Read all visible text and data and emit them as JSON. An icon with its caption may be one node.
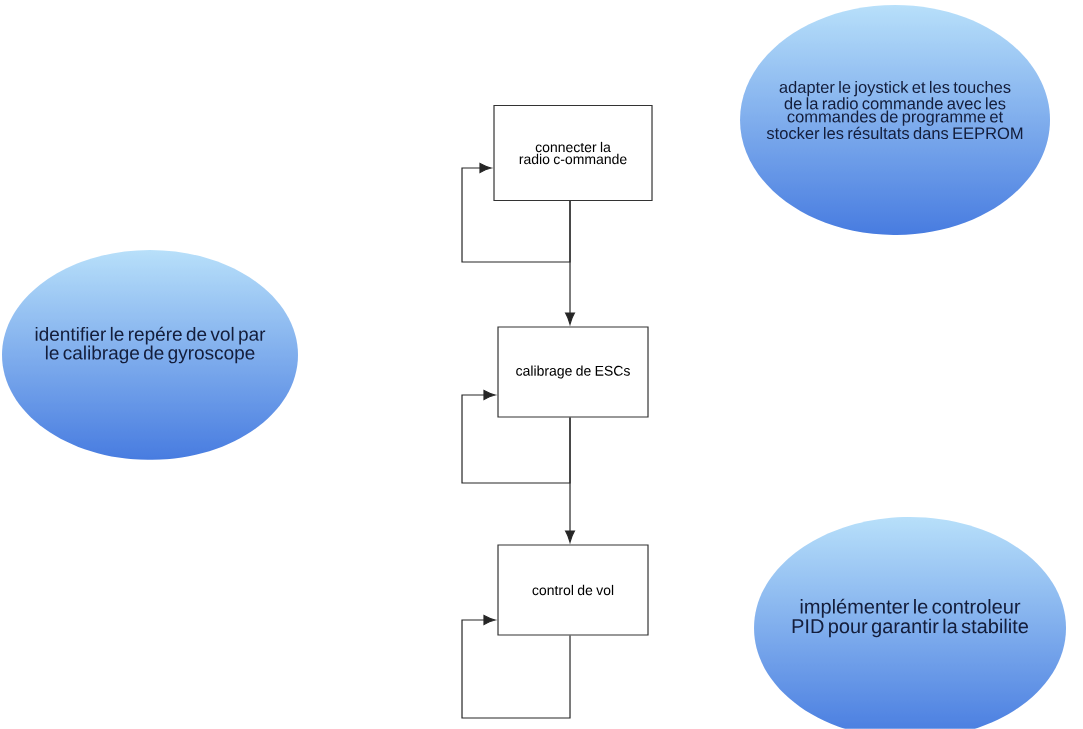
{
  "diagram": {
    "nodes": [
      {
        "text": [
          "connecter la radio c-ommande"
        ]
      },
      {
        "text": [
          "adapter le joystick et les touches de la radio commande avec les commandes de programme et stocker les résultats dans EEPROM"
        ]
      },
      {
        "text": [
          "identifier le repére de vol par le calibrage de gyroscope"
        ]
      },
      {
        "text": [
          "calibrage de ESCs"
        ]
      },
      {
        "text": [
          "control de vol"
        ]
      },
      {
        "text": [
          "implémenter le controleur PID pour garantir la stabilite"
        ]
      }
    ],
    "edges": [
      {
        "from": 0,
        "to": 3,
        "arrow": "to"
      },
      {
        "from": 0,
        "to": 0,
        "arrow": "to"
      },
      {
        "from": 3,
        "to": 4,
        "arrow": "to"
      },
      {
        "from": 3,
        "to": 3,
        "arrow": "to"
      },
      {
        "from": 4,
        "to": 4,
        "arrow": "to"
      }
    ]
  }
}
